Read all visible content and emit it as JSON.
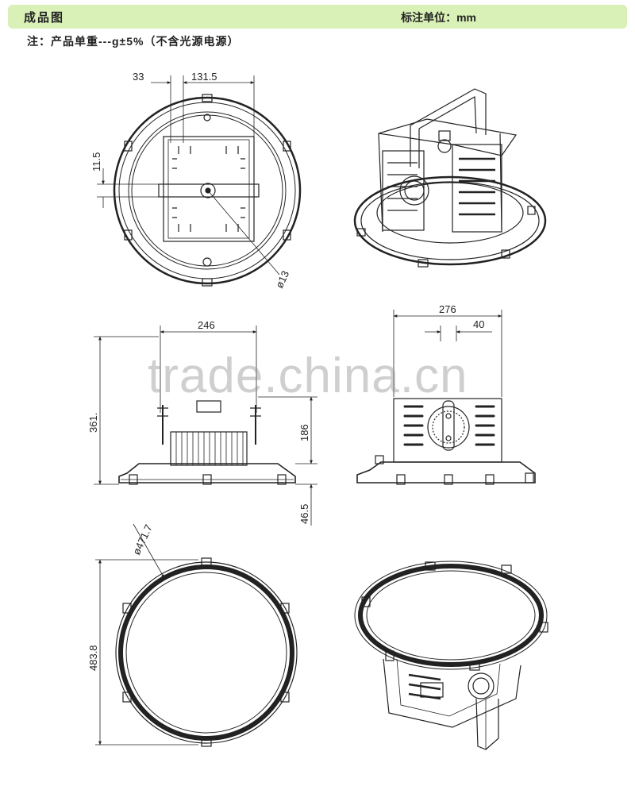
{
  "header": {
    "title": "成品图",
    "unit_label": "标注单位：mm"
  },
  "note": "注：产品单重---g±5%（不含光源电源）",
  "dimensions": {
    "top_view_left_offset": "33",
    "top_view_width": "131.5",
    "top_view_height_offset": "11.5",
    "hole_diameter": "ø13",
    "front_width": "246",
    "front_total_height": "361.",
    "front_bracket_height": "186",
    "base_height": "46.5",
    "side_width": "276",
    "side_offset": "40",
    "ring_diameter": "ø471.7",
    "ring_outer_height": "483.8"
  },
  "watermark": "trade.china.cn"
}
